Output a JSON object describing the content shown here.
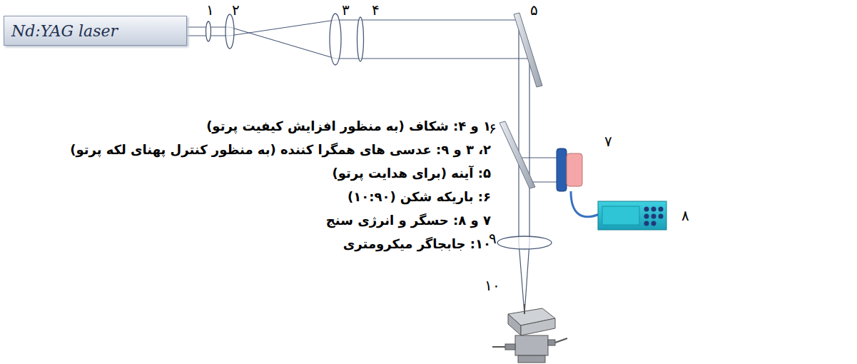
{
  "diagram": {
    "nodes": [
      {
        "text": [
          "Nd:YAG laser"
        ]
      }
    ],
    "labels": [
      "۱",
      "۲",
      "۳",
      "۴",
      "۵",
      "۶",
      "۷",
      "۸",
      "۹",
      "۱۰",
      "۱ و ۴: شکاف (به منظور افزایش کیفیت پرتو)",
      "۲، ۳ و ۹: عدسی های همگرا کننده (به منظور کنترل پهنای لکه پرتو)",
      "۵: آینه (برای هدایت پرتو)",
      "۶: باریکه شکن (۱۰:۹۰)",
      "۷ و ۸: حسگر و انرژی سنج",
      "۱۰: جابجاگر میکرومتری"
    ]
  }
}
